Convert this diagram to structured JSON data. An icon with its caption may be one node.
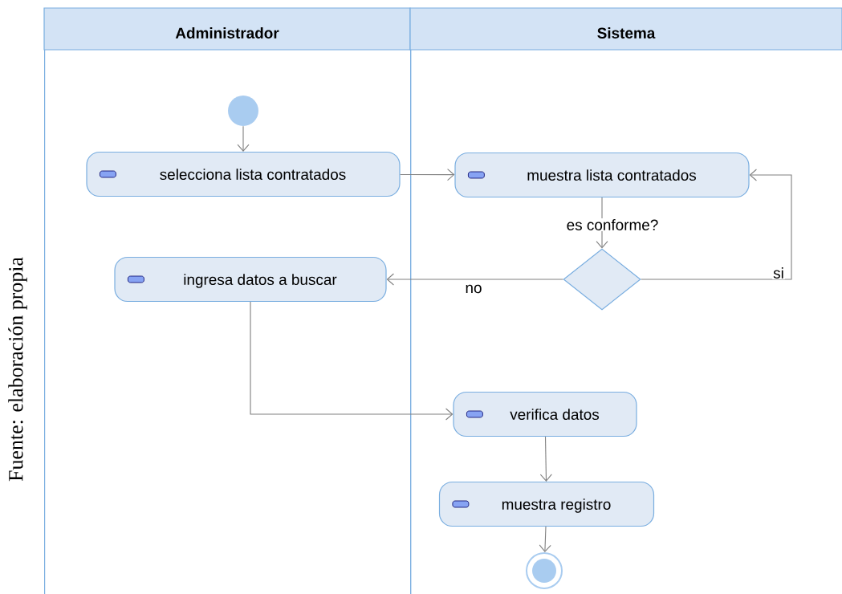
{
  "diagram": {
    "nodes": [
      {
        "text": [
          "Administrador"
        ]
      },
      {
        "text": [
          "Sistema"
        ]
      },
      {
        "text": [],
        "shape": "circle",
        "in": 0
      },
      {
        "text": [
          "selecciona lista contratados"
        ],
        "in": 0
      },
      {
        "text": [
          "muestra lista contratados"
        ],
        "in": 1
      },
      {
        "text": [],
        "shape": "diamond",
        "in": 1
      },
      {
        "text": [
          "ingresa datos a buscar"
        ],
        "in": 0
      },
      {
        "text": [
          "verifica datos"
        ],
        "in": 1
      },
      {
        "text": [
          "muestra registro"
        ],
        "in": 1
      },
      {
        "text": [],
        "shape": "circle",
        "in": 1
      }
    ],
    "edges": [
      {
        "from": 2,
        "to": 3,
        "arrow": "to"
      },
      {
        "from": 3,
        "to": 4,
        "arrow": "to"
      },
      {
        "from": 4,
        "to": 5,
        "arrow": "to",
        "label": "es conforme?"
      },
      {
        "from": 5,
        "to": 4,
        "arrow": "to",
        "label": "si"
      },
      {
        "from": 5,
        "to": 6,
        "arrow": "to",
        "label": "no"
      },
      {
        "from": 6,
        "to": 7,
        "arrow": "to"
      },
      {
        "from": 7,
        "to": 8,
        "arrow": "to"
      },
      {
        "from": 8,
        "to": 9,
        "arrow": "to"
      }
    ],
    "labels": [
      "Fuente: elaboración propia"
    ]
  }
}
